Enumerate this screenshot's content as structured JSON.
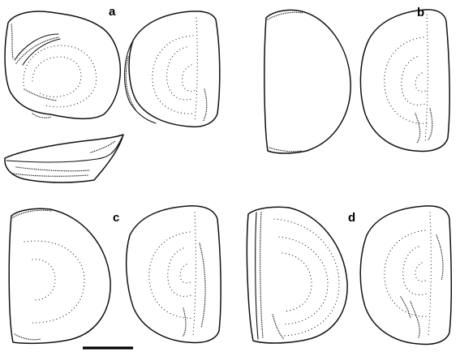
{
  "figure": {
    "panel_labels": {
      "a": "a",
      "b": "b",
      "c": "c",
      "d": "d"
    },
    "line_color": "#111111",
    "background": "#ffffff"
  }
}
